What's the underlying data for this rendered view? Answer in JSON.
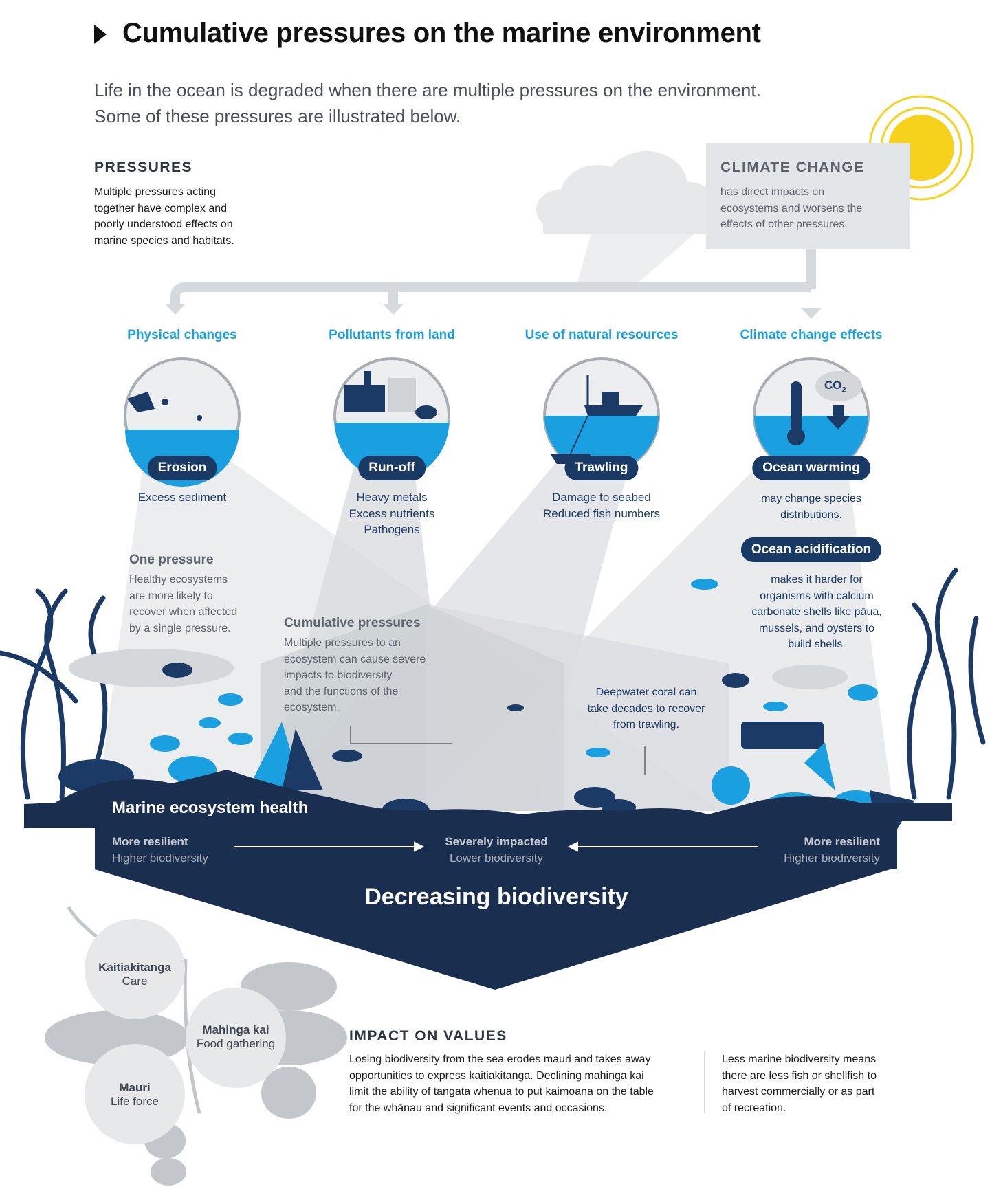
{
  "title": "Cumulative pressures on the marine environment",
  "intro": {
    "line1": "Life in the ocean is degraded when there are multiple pressures on the environment.",
    "line2": "Some of these pressures are illustrated below."
  },
  "pressures": {
    "heading": "PRESSURES",
    "lines": [
      "Multiple pressures acting",
      "together have complex and",
      "poorly understood effects on",
      "marine species and habitats."
    ]
  },
  "climate": {
    "heading": "CLIMATE CHANGE",
    "lines": [
      "has direct impacts on",
      "ecosystems and worsens the",
      "effects of other pressures."
    ]
  },
  "categories": [
    {
      "title": "Physical changes",
      "pill": "Erosion",
      "desc": [
        "Excess sediment"
      ]
    },
    {
      "title": "Pollutants from land",
      "pill": "Run-off",
      "desc": [
        "Heavy metals",
        "Excess nutrients",
        "Pathogens"
      ]
    },
    {
      "title": "Use of natural resources",
      "pill": "Trawling",
      "desc": [
        "Damage to seabed",
        "Reduced fish numbers"
      ]
    },
    {
      "title": "Climate change effects",
      "pill": "Ocean warming",
      "desc": [
        "may change species",
        "distributions."
      ]
    }
  ],
  "co2_label": "CO",
  "co2_sub": "2",
  "acidification": {
    "pill": "Ocean acidification",
    "lines": [
      "makes it harder for",
      "organisms with calcium",
      "carbonate shells like pāua,",
      "mussels, and oysters to",
      "build shells."
    ]
  },
  "one_pressure": {
    "heading": "One pressure",
    "lines": [
      "Healthy ecosystems",
      "are more likely to",
      "recover when affected",
      "by a single pressure."
    ]
  },
  "cumulative": {
    "heading": "Cumulative pressures",
    "lines": [
      "Multiple pressures to an",
      "ecosystem can cause severe",
      "impacts to biodiversity",
      "and the functions of the",
      "ecosystem."
    ]
  },
  "coral": {
    "lines": [
      "Deepwater coral can",
      "take decades to recover",
      "from trawling."
    ]
  },
  "health": {
    "heading": "Marine ecosystem health",
    "left": [
      "More resilient",
      "Higher biodiversity"
    ],
    "center": [
      "Severely impacted",
      "Lower biodiversity"
    ],
    "right": [
      "More resilient",
      "Higher biodiversity"
    ],
    "bottom": "Decreasing biodiversity"
  },
  "values": [
    {
      "title": "Kaitiakitanga",
      "sub": "Care"
    },
    {
      "title": "Mahinga kai",
      "sub": "Food gathering"
    },
    {
      "title": "Mauri",
      "sub": "Life force"
    }
  ],
  "impact": {
    "heading": "IMPACT ON VALUES",
    "left": [
      "Losing biodiversity from the sea erodes mauri and takes away",
      "opportunities to express kaitiakitanga. Declining mahinga kai",
      "limit the ability of tangata whenua to put kaimoana on the table",
      "for the whānau and significant events and occasions."
    ],
    "right": [
      "Less marine biodiversity means",
      "there are less fish or shellfish to",
      "harvest commercially or as part",
      "of recreation."
    ]
  },
  "colors": {
    "navy": "#1a2e50",
    "dark_navy": "#152a4c",
    "blue": "#1aa0e0",
    "light_grey": "#e3e6e8",
    "mid_grey": "#c9cdd1",
    "sun": "#f7d21c"
  }
}
